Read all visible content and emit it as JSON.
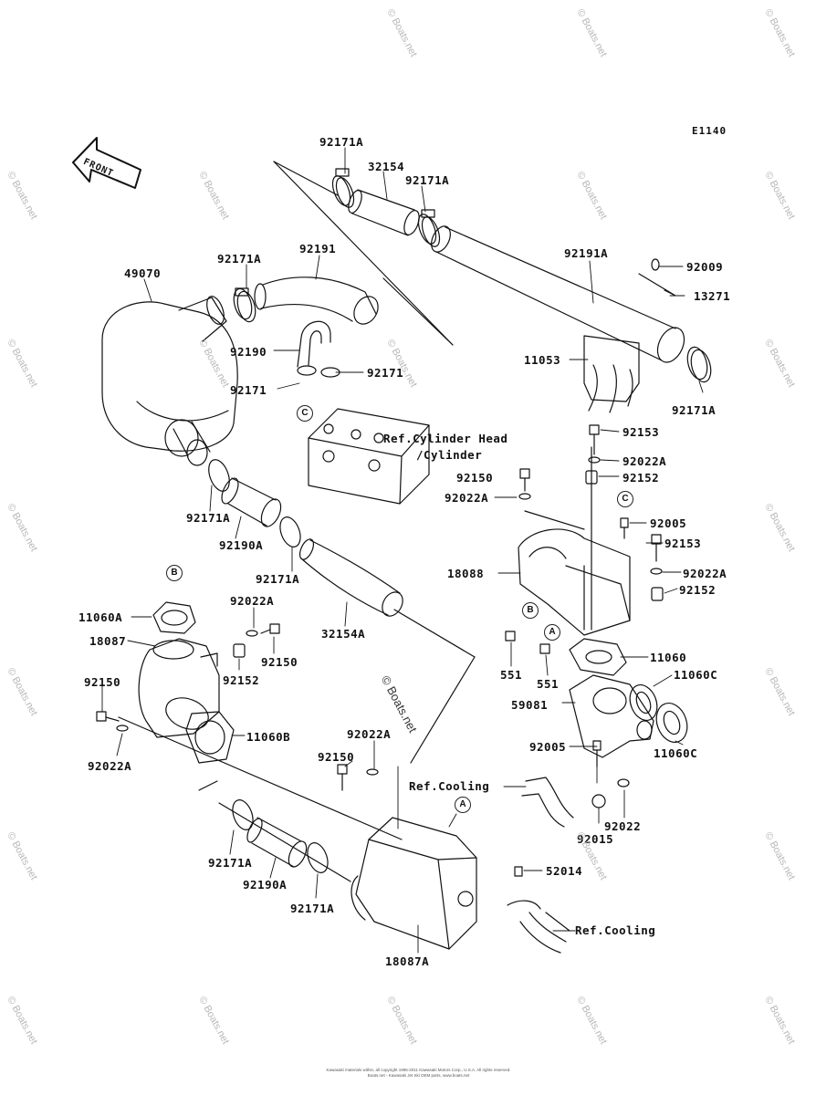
{
  "diagram_code": "E1140",
  "front_label": "FRONT",
  "watermark": "© Boats.net",
  "footer": {
    "line1": "Kawasaki materials within, all copyright 1995-2011 Kawasaki Motors Corp., U.S.A. All rights reserved.",
    "line2": "Boats.net - Kawasaki Jet Ski OEM parts, www.boats.net"
  },
  "callouts": {
    "A": "A",
    "B": "B",
    "C": "C"
  },
  "refs": {
    "cyl_head": "Ref.Cylinder Head",
    "cylinder": "/Cylinder",
    "cooling1": "Ref.Cooling",
    "cooling2": "Ref.Cooling"
  },
  "parts": {
    "p92171A_top": "92171A",
    "p32154": "32154",
    "p92171A_top2": "92171A",
    "p92171A_left": "92171A",
    "p92191": "92191",
    "p49070": "49070",
    "p92191A": "92191A",
    "p92009": "92009",
    "p13271": "13271",
    "p92190": "92190",
    "p92171_b": "92171",
    "p92171_c": "92171",
    "p11053": "11053",
    "p92171A_right": "92171A",
    "p92153_a": "92153",
    "p92022A_a": "92022A",
    "p92152_a": "92152",
    "p92150_a": "92150",
    "p92022A_b": "92022A",
    "p92171A_m": "92171A",
    "p92190A": "92190A",
    "p92005_a": "92005",
    "p92153_b": "92153",
    "p18088": "18088",
    "p92022A_c": "92022A",
    "p92171A_m2": "92171A",
    "p92152_b": "92152",
    "p11060A": "11060A",
    "p92022A_d": "92022A",
    "p18087": "18087",
    "p32154A": "32154A",
    "p92150_b": "92150",
    "p92152_c": "92152",
    "p551_a": "551",
    "p551_b": "551",
    "p11060": "11060",
    "p11060C_a": "11060C",
    "p92150_c": "92150",
    "p59081": "59081",
    "p11060B": "11060B",
    "p92022A_e": "92022A",
    "p11060C_b": "11060C",
    "p92022A_f": "92022A",
    "p92005_b": "92005",
    "p92150_d": "92150",
    "p92015": "92015",
    "p92022": "92022",
    "p92171A_b1": "92171A",
    "p92190A_b": "92190A",
    "p92171A_b2": "92171A",
    "p52014": "52014",
    "p18087A": "18087A"
  },
  "colors": {
    "ink": "#111111",
    "watermark": "#b8b8b8"
  }
}
